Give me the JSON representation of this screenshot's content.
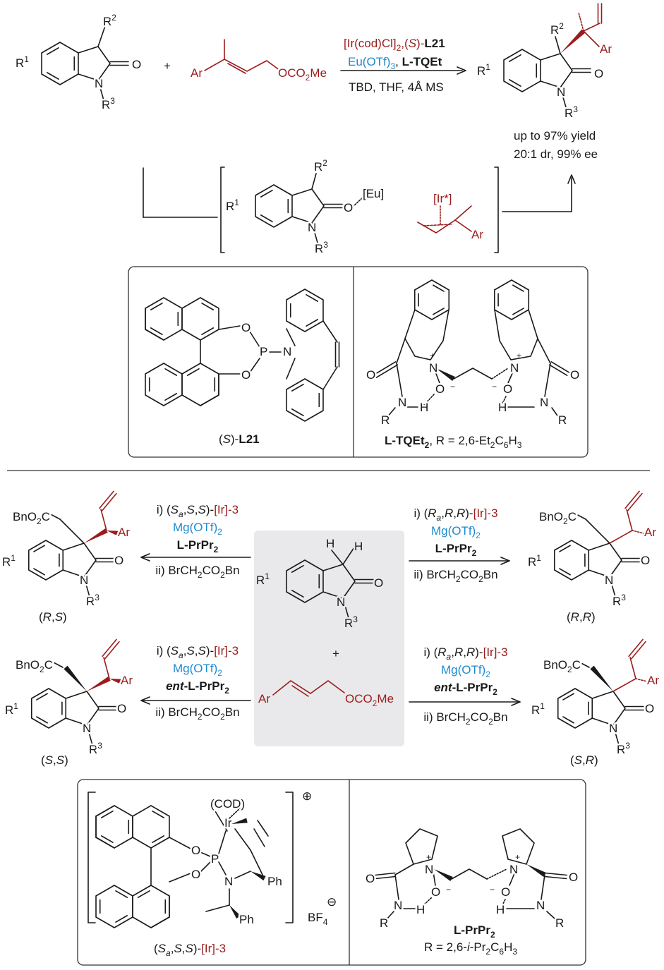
{
  "top_reaction": {
    "reactant": {
      "r1": [
        "R",
        "1"
      ],
      "r2": [
        "R",
        "2"
      ],
      "o": "O",
      "n": "N",
      "r3": [
        "R",
        "3"
      ]
    },
    "plus": "+",
    "allyl": {
      "ar": "Ar",
      "oco2me": [
        "OCO",
        "2",
        "Me"
      ]
    },
    "conditions": {
      "line1": {
        "a": "[Ir(cod)Cl]",
        "sub": "2",
        "b": ",(",
        "s": "S",
        "c": ")-",
        "ligand": "L21"
      },
      "line2": {
        "eu": "Eu(OTf)",
        "sub": "3",
        "sep": ", ",
        "ligand": "L-TQEt"
      },
      "line3": "TBD, THF, 4Å MS"
    },
    "product": {
      "r1": [
        "R",
        "1"
      ],
      "r2": [
        "R",
        "2"
      ],
      "ar": "Ar",
      "o": "O",
      "n": "N",
      "r3": [
        "R",
        "3"
      ]
    },
    "yield": "up to 97% yield",
    "selectivity": "20:1 dr, 99% ee"
  },
  "intermediate": {
    "r1": [
      "R",
      "1"
    ],
    "r2": [
      "R",
      "2"
    ],
    "o": "O",
    "eu": "[Eu]",
    "n": "N",
    "r3": [
      "R",
      "3"
    ],
    "ir": "[Ir*]",
    "ar": "Ar"
  },
  "ligand_box_1": {
    "l21": {
      "o1": "O",
      "o2": "O",
      "p": "P",
      "n": "N",
      "label": {
        "a": "(",
        "s": "S",
        "b": ")-",
        "name": "L21"
      }
    },
    "tqet": {
      "atoms": {
        "o_left": "O",
        "n_left": "N",
        "h_left": "H",
        "r_left": "R",
        "np_left": "N",
        "plus_left": "+",
        "om_left": "O",
        "minus_left": "−",
        "np_right": "N",
        "plus_right": "+",
        "om_right": "O",
        "minus_right": "−",
        "o_right": "O",
        "h_right": "H",
        "n_right": "N",
        "r_right": "R"
      },
      "label": {
        "name": "L-TQEt",
        "name_sub": "2",
        "a": ", R = 2,6-Et",
        "s1": "2",
        "b": "C",
        "s2": "6",
        "c": "H",
        "s3": "3"
      }
    }
  },
  "bottom_reactions": {
    "substrate": {
      "h1": "H",
      "h2": "H",
      "r1": [
        "R",
        "1"
      ],
      "o": "O",
      "n": "N",
      "r3": [
        "R",
        "3"
      ],
      "plus": "+",
      "ar": "Ar",
      "oco2me": [
        "OCO",
        "2",
        "Me"
      ]
    },
    "routes": [
      {
        "step1": {
          "pre": "i) (",
          "c1": "S",
          "c1sub": "a",
          "c2": "S",
          "c3": "S",
          "post": ")-",
          "cat": "[Ir]-3"
        },
        "lewis": [
          "Mg(OTf)",
          "2"
        ],
        "ligand": {
          "ent": "",
          "name": "L-PrPr",
          "sub": "2"
        },
        "step2": [
          "ii) BrCH",
          "2",
          "CO",
          "2",
          "Bn"
        ],
        "product": {
          "bno2c": [
            "BnO",
            "2",
            "C"
          ],
          "ar": "Ar",
          "r1": [
            "R",
            "1"
          ],
          "o": "O",
          "n": "N",
          "r3": [
            "R",
            "3"
          ],
          "config": {
            "a": "R",
            "b": "S"
          }
        }
      },
      {
        "step1": {
          "pre": "i) (",
          "c1": "R",
          "c1sub": "a",
          "c2": "R",
          "c3": "R",
          "post": ")-",
          "cat": "[Ir]-3"
        },
        "lewis": [
          "Mg(OTf)",
          "2"
        ],
        "ligand": {
          "ent": "",
          "name": "L-PrPr",
          "sub": "2"
        },
        "step2": [
          "ii) BrCH",
          "2",
          "CO",
          "2",
          "Bn"
        ],
        "product": {
          "bno2c": [
            "BnO",
            "2",
            "C"
          ],
          "ar": "Ar",
          "r1": [
            "R",
            "1"
          ],
          "o": "O",
          "n": "N",
          "r3": [
            "R",
            "3"
          ],
          "config": {
            "a": "R",
            "b": "R"
          }
        }
      },
      {
        "step1": {
          "pre": "i) (",
          "c1": "S",
          "c1sub": "a",
          "c2": "S",
          "c3": "S",
          "post": ")-",
          "cat": "[Ir]-3"
        },
        "lewis": [
          "Mg(OTf)",
          "2"
        ],
        "ligand": {
          "ent": "ent",
          "name": "-L-PrPr",
          "sub": "2"
        },
        "step2": [
          "ii) BrCH",
          "2",
          "CO",
          "2",
          "Bn"
        ],
        "product": {
          "bno2c": [
            "BnO",
            "2",
            "C"
          ],
          "ar": "Ar",
          "r1": [
            "R",
            "1"
          ],
          "o": "O",
          "n": "N",
          "r3": [
            "R",
            "3"
          ],
          "config": {
            "a": "S",
            "b": "S"
          }
        }
      },
      {
        "step1": {
          "pre": "i) (",
          "c1": "R",
          "c1sub": "a",
          "c2": "R",
          "c3": "R",
          "post": ")-",
          "cat": "[Ir]-3"
        },
        "lewis": [
          "Mg(OTf)",
          "2"
        ],
        "ligand": {
          "ent": "ent",
          "name": "-L-PrPr",
          "sub": "2"
        },
        "step2": [
          "ii) BrCH",
          "2",
          "CO",
          "2",
          "Bn"
        ],
        "product": {
          "bno2c": [
            "BnO",
            "2",
            "C"
          ],
          "ar": "Ar",
          "r1": [
            "R",
            "1"
          ],
          "o": "O",
          "n": "N",
          "r3": [
            "R",
            "3"
          ],
          "config": {
            "a": "S",
            "b": "R"
          }
        }
      }
    ]
  },
  "ligand_box_2": {
    "ir3": {
      "cod": "(COD)",
      "ir": "Ir",
      "p": "P",
      "o1": "O",
      "o2": "O",
      "n": "N",
      "ph1": "Ph",
      "ph2": "Ph",
      "bf4": [
        "BF",
        "4"
      ],
      "plus": "⊕",
      "minus": "⊖",
      "label": {
        "a": "(",
        "s": "S",
        "sub": "a",
        "b": ",",
        "s2": "S",
        "c": ",",
        "s3": "S",
        "d": ")-",
        "cat": "[Ir]-3"
      }
    },
    "prpr": {
      "atoms": {
        "o_left": "O",
        "n_left": "N",
        "h_left": "H",
        "r_left": "R",
        "np_left": "N",
        "plus_left": "+",
        "om_left": "O",
        "minus_left": "−",
        "np_right": "N",
        "plus_right": "+",
        "om_right": "O",
        "minus_right": "−",
        "o_right": "O",
        "h_right": "H",
        "n_right": "N",
        "r_right": "R"
      },
      "label": {
        "name": "L-PrPr",
        "sub": "2"
      },
      "r_def": {
        "a": "R = 2,6-",
        "i": "i",
        "b": "-Pr",
        "s1": "2",
        "c": "C",
        "s2": "6",
        "d": "H",
        "s3": "3"
      }
    }
  },
  "colors": {
    "catalyst": "#9b1c1c",
    "lewis_acid": "#1e8ad0",
    "panel": "#e9e9eb"
  }
}
